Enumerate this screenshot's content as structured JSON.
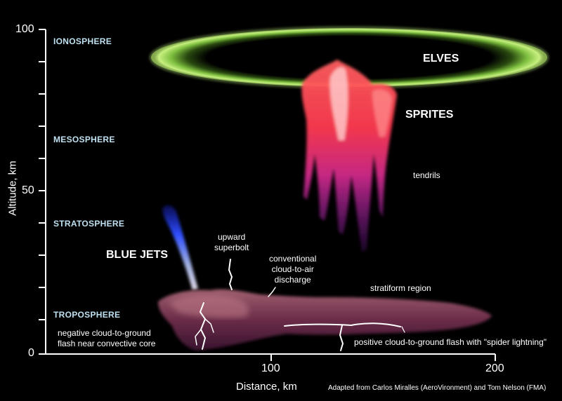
{
  "axes": {
    "y_label": "Altitude, km",
    "x_label": "Distance, km",
    "y_ticks": [
      "100",
      "50",
      "0"
    ],
    "x_ticks": [
      "100",
      "200"
    ]
  },
  "layers": {
    "ionosphere": "IONOSPHERE",
    "mesosphere": "MESOSPHERE",
    "stratosphere": "STRATOSPHERE",
    "troposphere": "TROPOSPHERE"
  },
  "phenomena": {
    "elves": "ELVES",
    "sprites": "SPRITES",
    "blue_jets": "BLUE JETS",
    "tendrils": "tendrils"
  },
  "annotations": {
    "upward_superbolt": [
      "upward",
      "superbolt"
    ],
    "cloud_to_air": [
      "conventional",
      "cloud-to-air",
      "discharge"
    ],
    "stratiform": "stratiform region",
    "negative_cg": [
      "negative cloud-to-ground",
      "flash near convective core"
    ],
    "positive_cg": "positive cloud-to-ground flash with \"spider lightning\""
  },
  "credit": "Adapted from Carlos Miralles (AeroVironment) and Tom Nelson (FMA)",
  "colors": {
    "background": "#000000",
    "elves_ring": "#a8e060",
    "sprite_red": "#ff5050",
    "sprite_purple": "#b040d0",
    "blue_jet": "#4060ff",
    "cloud": "#7a3a55",
    "layer_label": "#bfe0f0"
  }
}
